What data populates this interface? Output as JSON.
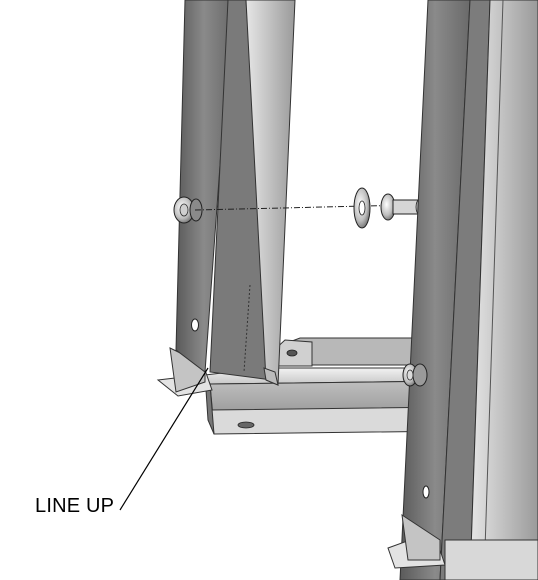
{
  "callout": {
    "label": "LINE UP"
  },
  "colors": {
    "background": "#ffffff",
    "steel_light": "#d9d9d9",
    "steel_mid": "#a6a6a6",
    "steel_dark": "#6e6e6e",
    "steel_shadow": "#4a4a4a",
    "leader_line": "#000000"
  },
  "parts": {
    "left_post": "channel-post",
    "right_post": "channel-post",
    "base_rail": "base-rail",
    "hardware": [
      "bolt",
      "washer",
      "washer",
      "bolt",
      "nut"
    ]
  }
}
